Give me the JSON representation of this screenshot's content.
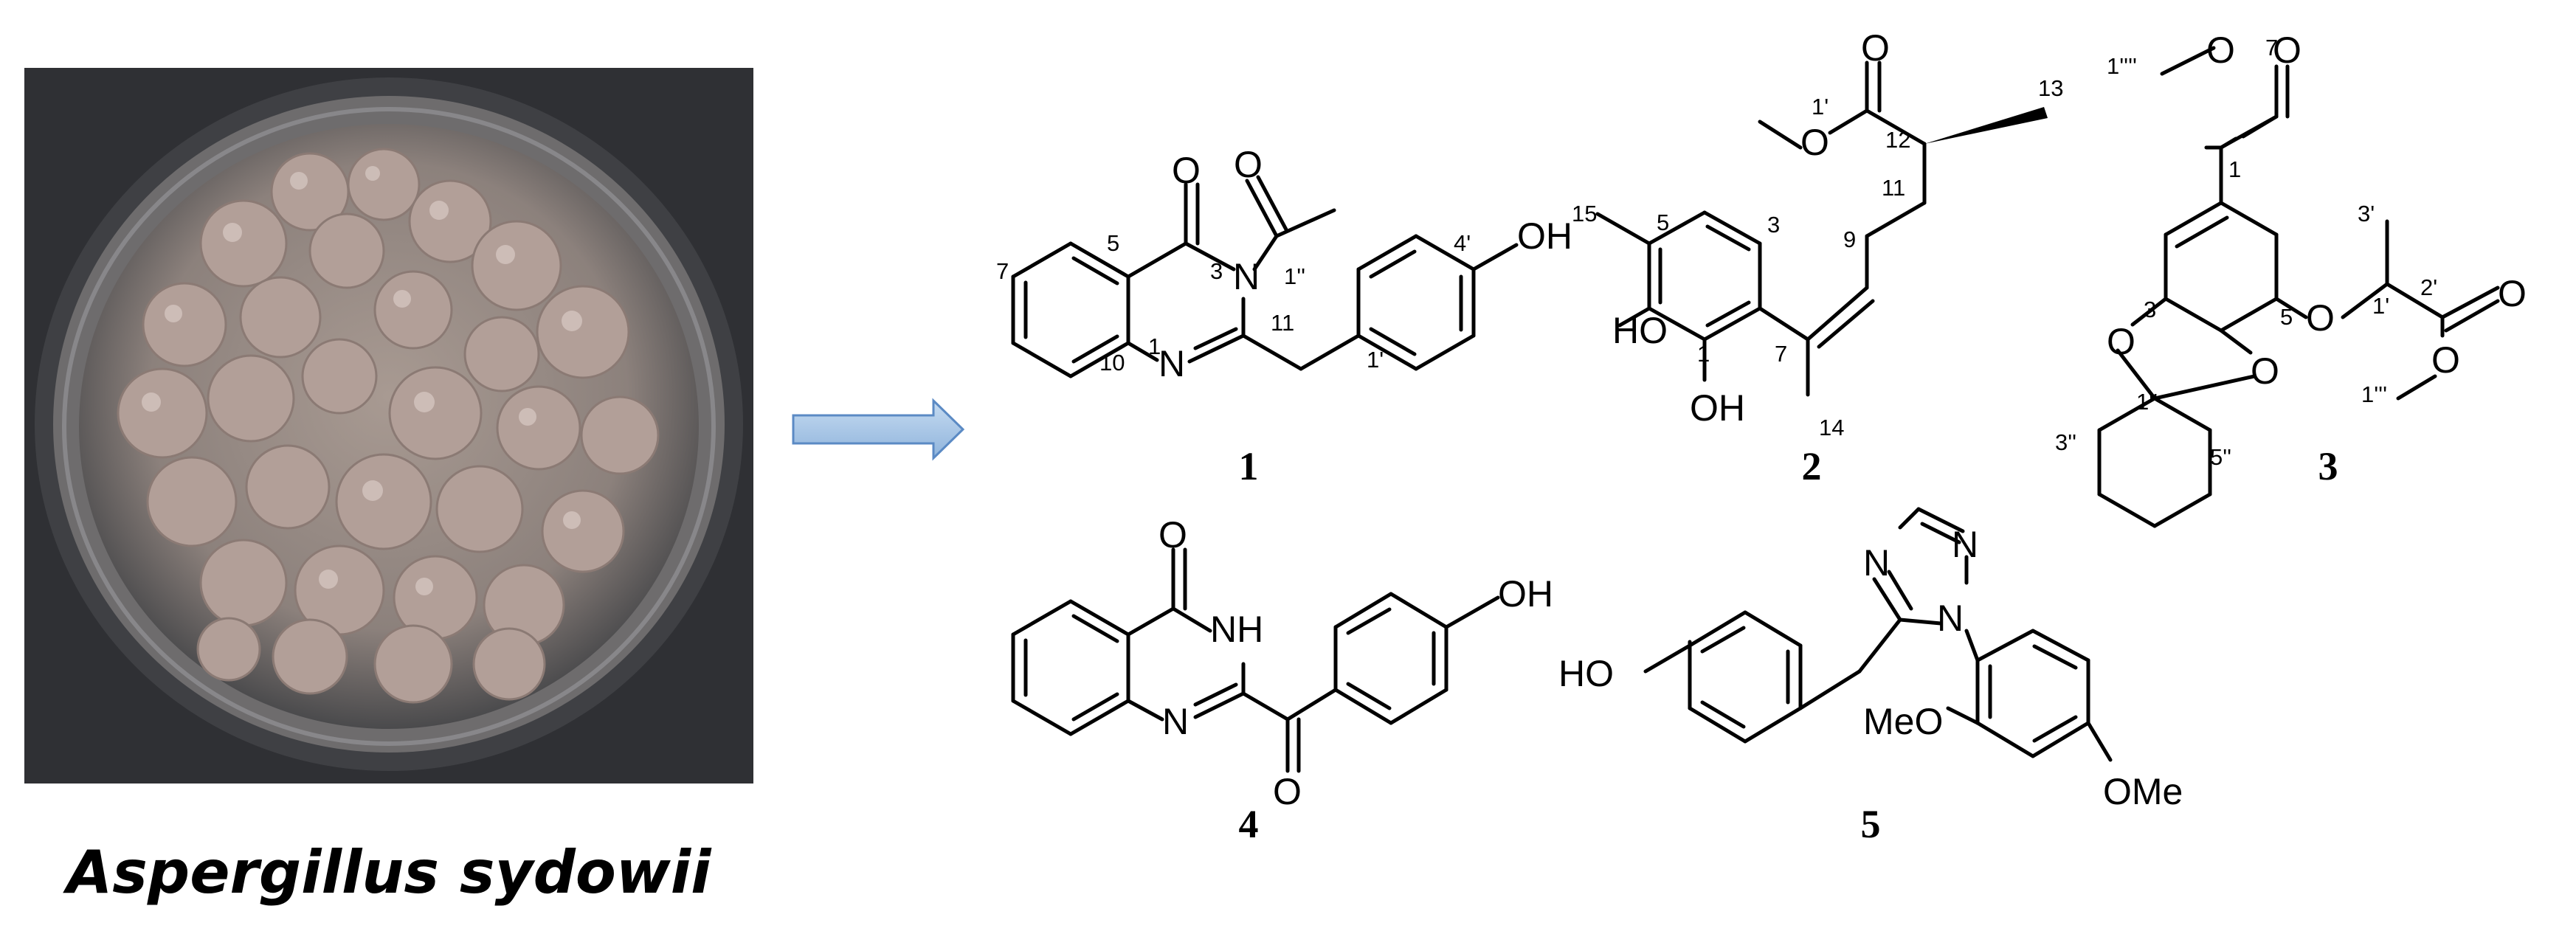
{
  "figure": {
    "species_caption": "Aspergillus sydowii",
    "arrow_color": "#9dc3e6",
    "compounds": [
      {
        "id": "1"
      },
      {
        "id": "2"
      },
      {
        "id": "3"
      },
      {
        "id": "4"
      },
      {
        "id": "5"
      }
    ]
  },
  "atoms": {
    "O": "O",
    "N": "N",
    "NH": "NH",
    "OH": "OH",
    "HO": "HO",
    "MeO": "MeO",
    "OMe": "OMe"
  },
  "numbers": {
    "c1": {
      "n1": "1",
      "n3": "3",
      "n5": "5",
      "n7": "7",
      "n10": "10",
      "n11": "11",
      "n1p": "1'",
      "n4p": "4'",
      "n1pp": "1''"
    },
    "c2": {
      "n1p": "1'",
      "n12": "12",
      "n13": "13",
      "n11": "11",
      "n9": "9",
      "n15": "15",
      "n5": "5",
      "n3": "3",
      "n1": "1",
      "n7": "7",
      "n14": "14"
    },
    "c3": {
      "n1pppp": "1''''",
      "n7": "7",
      "n1": "1",
      "n3": "3",
      "n5": "5",
      "n3p": "3'",
      "n2p": "2'",
      "n1p": "1'",
      "n1ppp": "1'''",
      "n1pp": "1''",
      "n3pp": "3''",
      "n5pp": "5''"
    }
  }
}
